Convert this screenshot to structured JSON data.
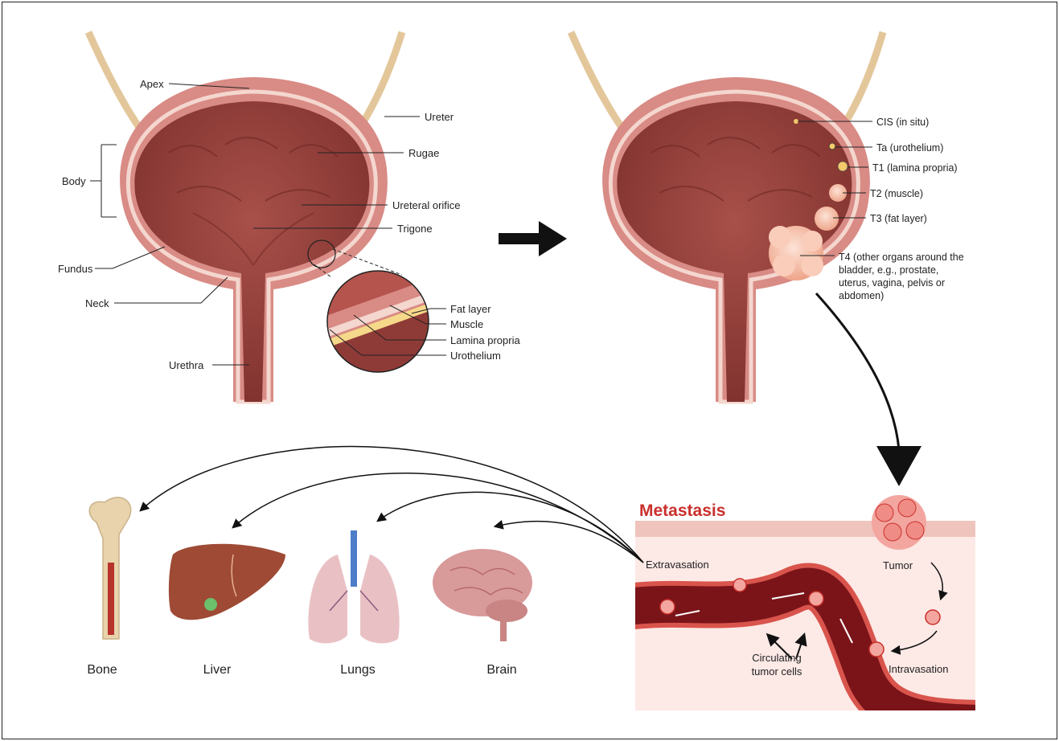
{
  "anatomy": {
    "apex": "Apex",
    "ureter": "Ureter",
    "rugae": "Rugae",
    "body": "Body",
    "ureteral_orifice": "Ureteral orifice",
    "trigone": "Trigone",
    "fundus": "Fundus",
    "neck": "Neck",
    "urethra": "Urethra",
    "fat_layer": "Fat layer",
    "muscle": "Muscle",
    "lamina_propria": "Lamina propria",
    "urothelium": "Urothelium"
  },
  "staging": {
    "cis": "CIS (in situ)",
    "ta": "Ta (urothelium)",
    "t1": "T1 (lamina propria)",
    "t2": "T2 (muscle)",
    "t3": "T3 (fat layer)",
    "t4_lines": [
      "T4 (other organs around the",
      "bladder, e.g.,  prostate,",
      "uterus, vagina, pelvis or",
      "abdomen)"
    ]
  },
  "metastasis": {
    "title": "Metastasis",
    "extravasation": "Extravasation",
    "tumor": "Tumor",
    "circulating_lines": [
      "Circulating",
      "tumor cells"
    ],
    "intravasation": "Intravasation"
  },
  "organs": {
    "bone": "Bone",
    "liver": "Liver",
    "lungs": "Lungs",
    "brain": "Brain"
  },
  "colors": {
    "bladder_outer": "#d98b85",
    "bladder_inner": "#8e3b37",
    "tumor": "#f6c1ad",
    "metastasis_title": "#c9302c",
    "vessel": "#7a1419"
  }
}
